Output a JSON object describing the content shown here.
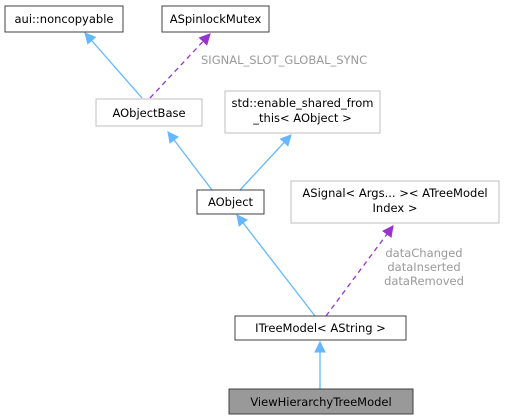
{
  "colors": {
    "inheritance_edge": "#63b8ff",
    "usage_edge": "#9a32cd",
    "node_border_dark": "#404040",
    "node_border_light": "#bfbfbf",
    "highlighted_fill": "#999999",
    "edge_label": "#9a9a9a"
  },
  "nodes": {
    "noncopyable": "aui::noncopyable",
    "spinlock": "ASpinlockMutex",
    "objectbase": "AObjectBase",
    "enable_shared_line1": "std::enable_shared_from",
    "enable_shared_line2": "_this< AObject >",
    "aobject": "AObject",
    "asignal_line1": "ASignal< Args... >< ATreeModel",
    "asignal_line2": "Index >",
    "itreemodel": "ITreeModel< AString >",
    "viewhierarchy": "ViewHierarchyTreeModel"
  },
  "edge_labels": {
    "global_sync": "SIGNAL_SLOT_GLOBAL_SYNC",
    "data_changed": "dataChanged",
    "data_inserted": "dataInserted",
    "data_removed": "dataRemoved"
  }
}
